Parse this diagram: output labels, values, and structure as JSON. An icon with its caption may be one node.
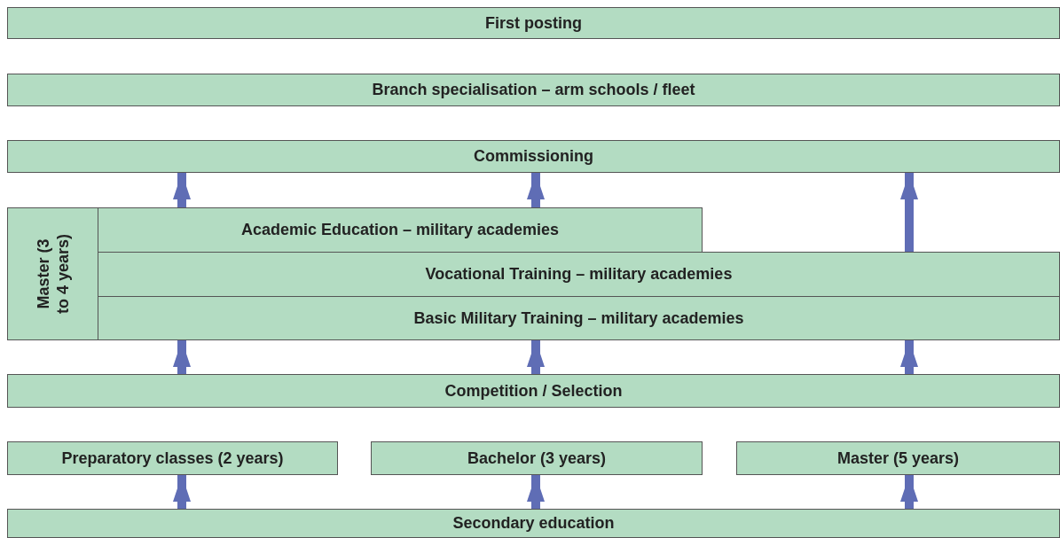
{
  "diagram": {
    "nodes": [
      {
        "text": [
          "First posting"
        ]
      },
      {
        "text": [
          "Branch specialisation – arm schools / fleet"
        ]
      },
      {
        "text": [
          "Commissioning"
        ]
      },
      {
        "text": [
          "Master (3 to 4 years)"
        ]
      },
      {
        "text": [
          "Academic Education – military academies"
        ]
      },
      {
        "text": [
          "Vocational Training – military academies"
        ]
      },
      {
        "text": [
          "Basic Military Training – military academies"
        ]
      },
      {
        "text": [
          "Competition / Selection"
        ]
      },
      {
        "text": [
          "Preparatory classes (2 years)"
        ]
      },
      {
        "text": [
          "Bachelor (3 years)"
        ]
      },
      {
        "text": [
          "Master (5 years)"
        ]
      },
      {
        "text": [
          "Secondary education"
        ]
      }
    ],
    "edges": [
      {
        "from": 11,
        "to": 8,
        "arrow": "to"
      },
      {
        "from": 11,
        "to": 9,
        "arrow": "to"
      },
      {
        "from": 11,
        "to": 10,
        "arrow": "to"
      },
      {
        "from": 7,
        "to": 6,
        "arrow": "to"
      },
      {
        "from": 7,
        "to": 6,
        "arrow": "to"
      },
      {
        "from": 7,
        "to": 6,
        "arrow": "to"
      },
      {
        "from": 4,
        "to": 2,
        "arrow": "to"
      },
      {
        "from": 4,
        "to": 2,
        "arrow": "to"
      },
      {
        "from": 5,
        "to": 2,
        "arrow": "to"
      }
    ]
  }
}
